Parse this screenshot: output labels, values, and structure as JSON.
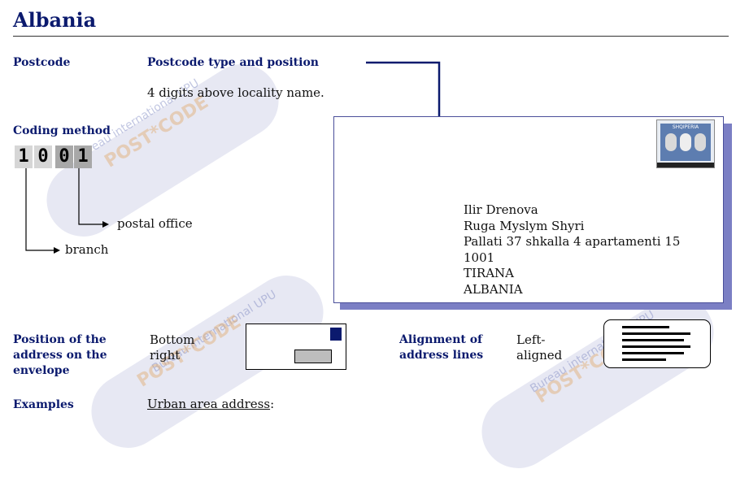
{
  "page": {
    "title": "Albania"
  },
  "postcode": {
    "label": "Postcode",
    "type_heading": "Postcode type and position",
    "description": "4 digits above locality name."
  },
  "coding": {
    "label": "Coding method",
    "digits": [
      "1",
      "0",
      "0",
      "1"
    ],
    "postal_office_label": "postal office",
    "branch_label": "branch"
  },
  "envelope": {
    "address_lines": [
      "Ilir Drenova",
      "Ruga Myslym Shyri",
      "Pallati 37 shkalla 4 apartamenti 15",
      "1001",
      "TIRANA",
      "ALBANIA"
    ],
    "stamp_text": "SHQIPERIA"
  },
  "position": {
    "label_line1": "Position of the",
    "label_line2": "address on  the",
    "label_line3": "envelope",
    "value_line1": "Bottom",
    "value_line2": "right"
  },
  "alignment": {
    "label_line1": "Alignment of",
    "label_line2": "address lines",
    "value_line1": "Left-",
    "value_line2": "aligned"
  },
  "examples": {
    "label": "Examples",
    "urban_label": "Urban area address",
    "urban_suffix": ":"
  },
  "watermark": {
    "line1": "Bureau international UPU",
    "brand": "POST*CODE"
  },
  "colors": {
    "heading": "#0b1a6e",
    "envelope_shadow": "#7b7fc4",
    "digit_light_bg": "#d6d6d6",
    "digit_dark_bg": "#a8a8a8"
  }
}
